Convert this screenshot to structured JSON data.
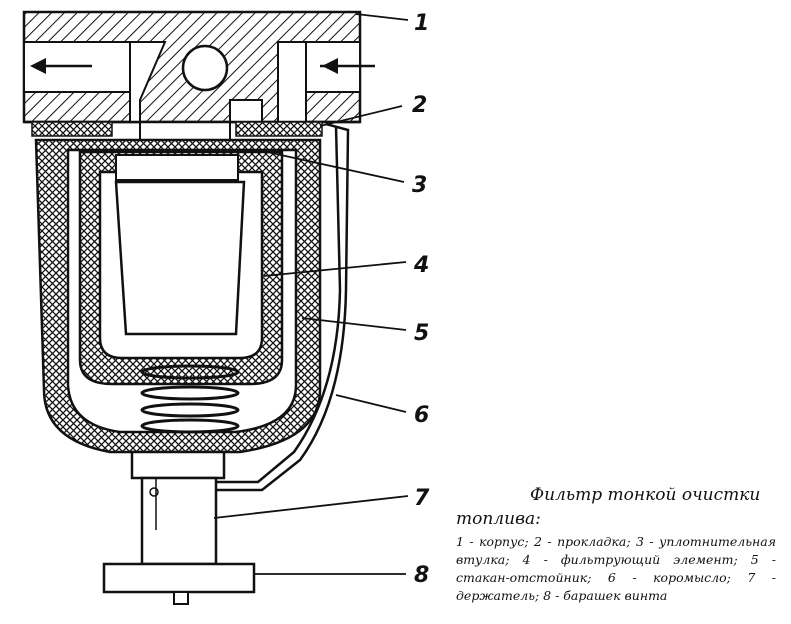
{
  "callouts": [
    "1",
    "2",
    "3",
    "4",
    "5",
    "6",
    "7",
    "8"
  ],
  "caption": {
    "title": "Фильтр тонкой очистки топлива:",
    "legend": "1 - корпус; 2 - прокладка; 3 - уплотнительная втулка; 4 - фильтрующий элемент; 5 - стакан-отстойник; 6 - коромысло; 7 - держатель; 8 - барашек винта"
  }
}
